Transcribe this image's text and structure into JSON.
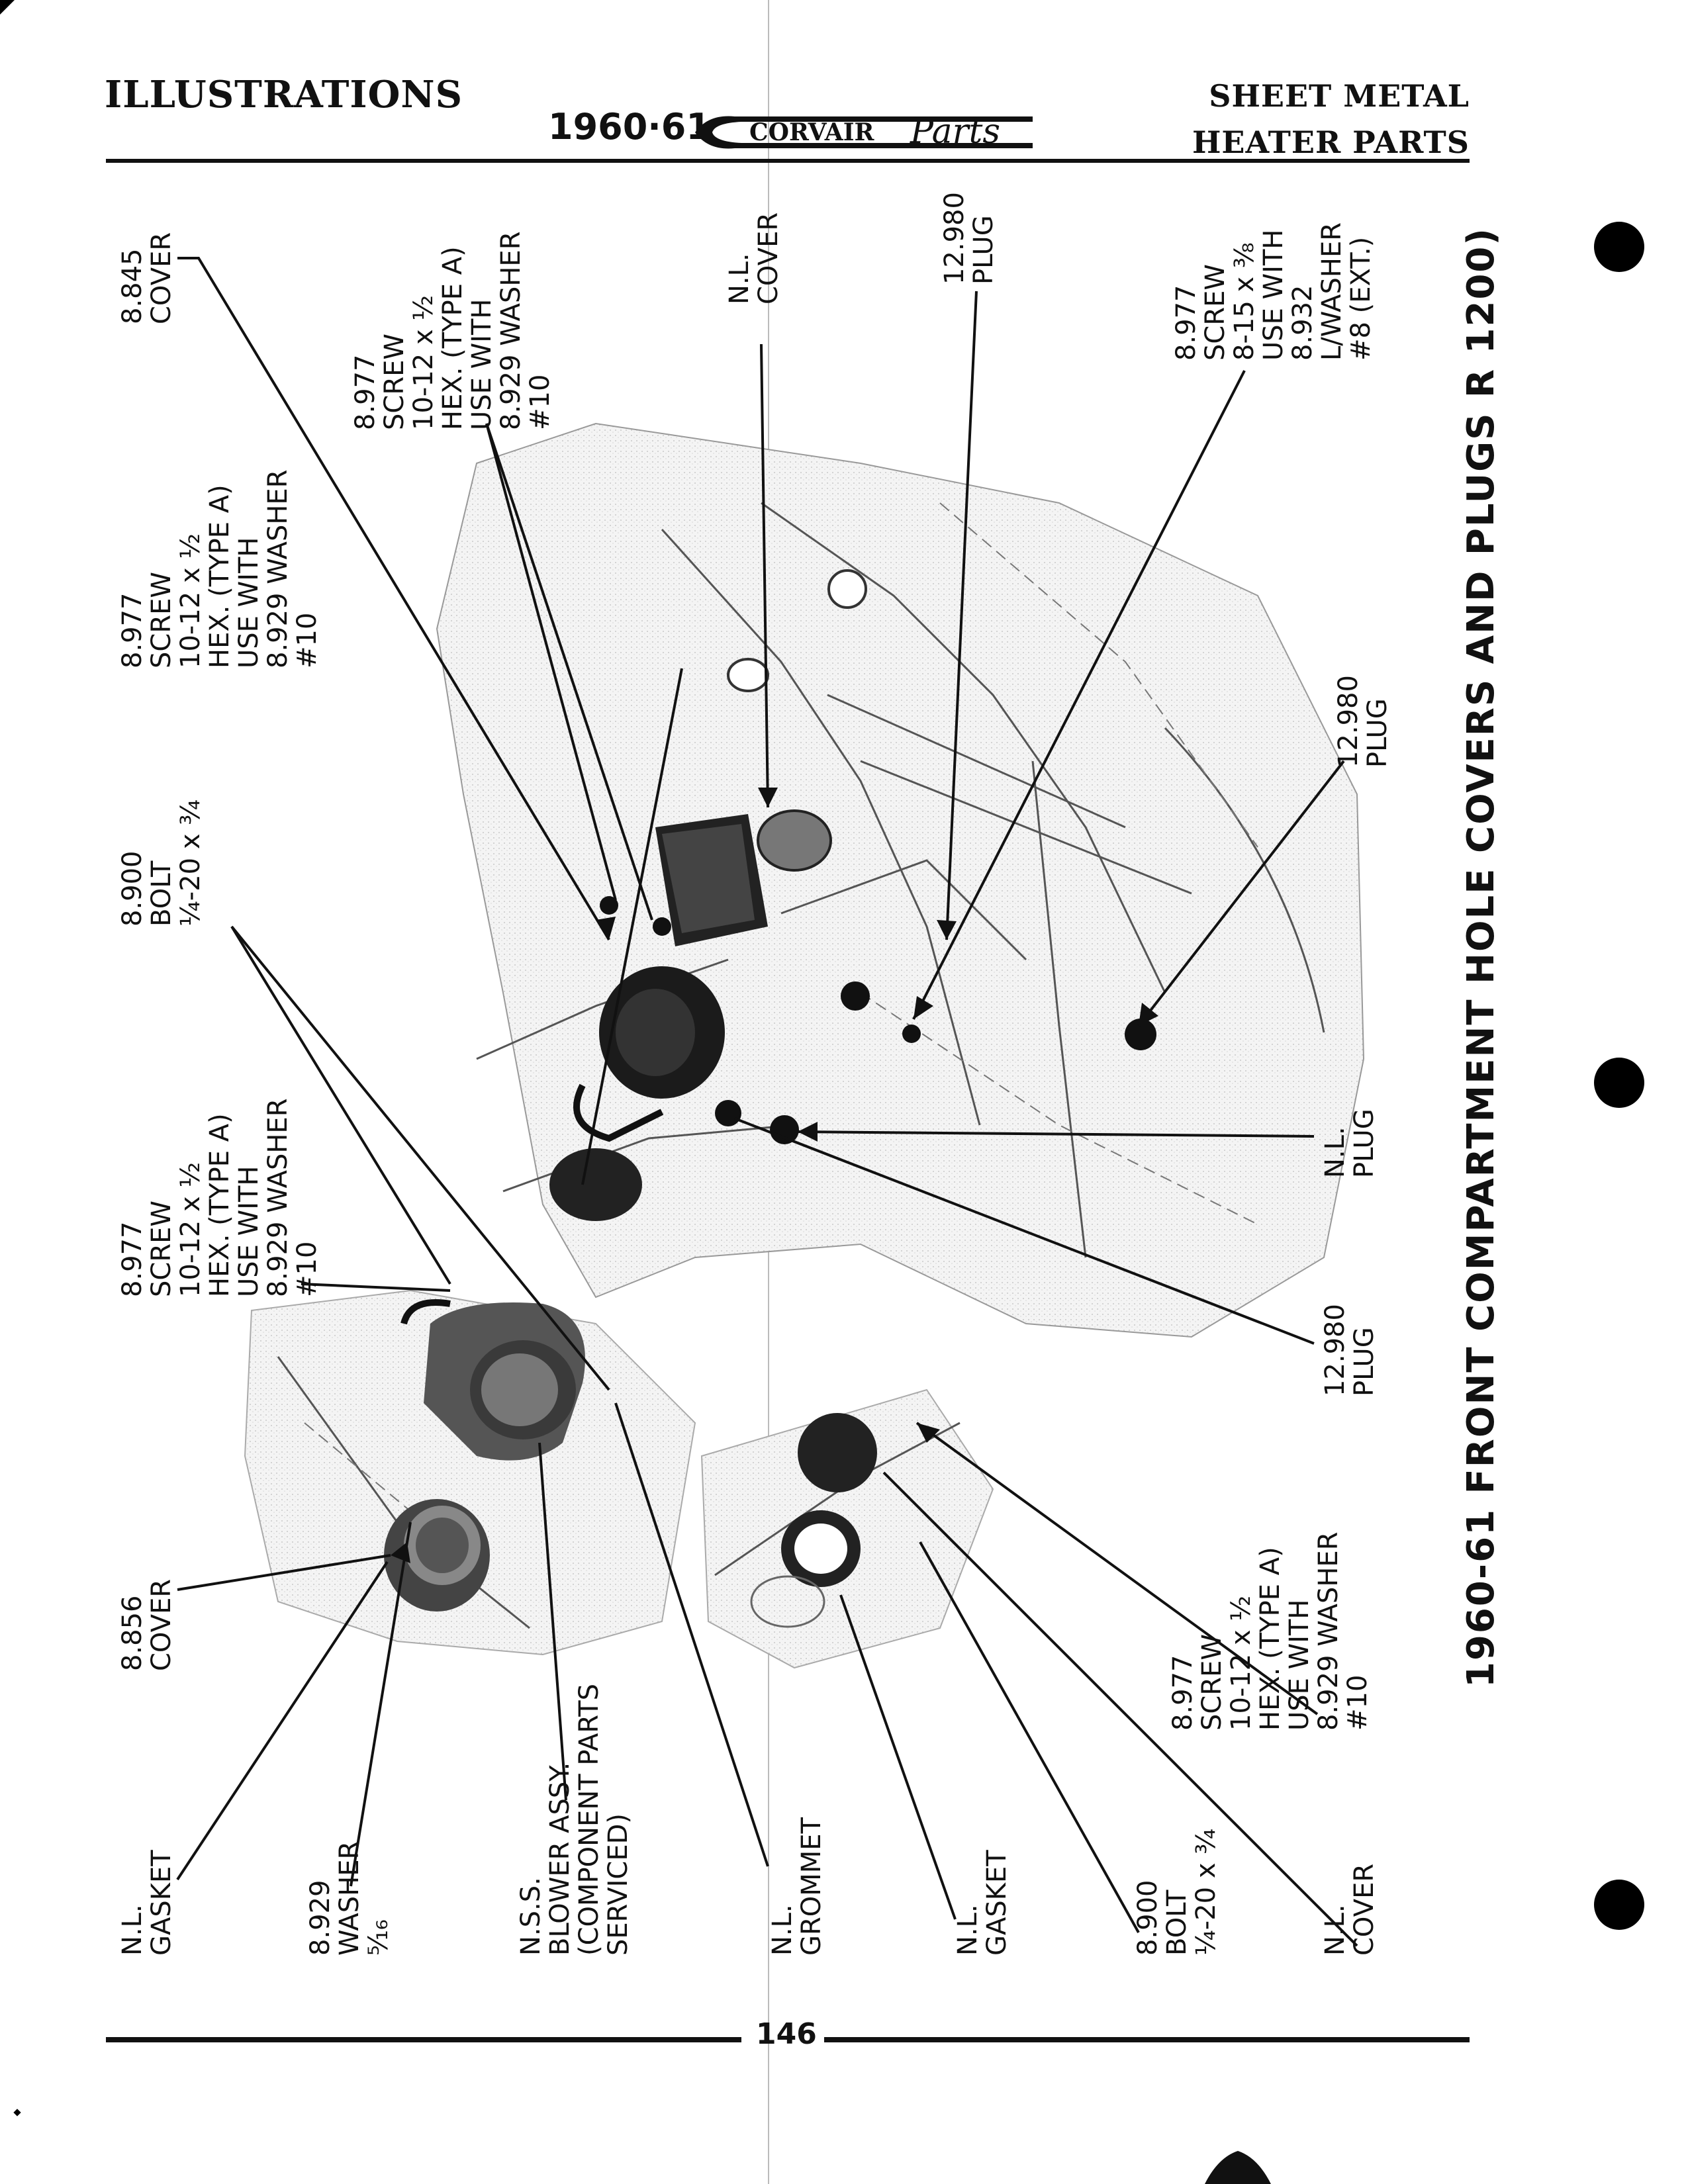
{
  "header": {
    "left_title": "ILLUSTRATIONS",
    "year": "1960·61",
    "brand": "CORVAIR",
    "brand_script": "Parts",
    "right_line1": "SHEET METAL",
    "right_line2": "HEATER PARTS"
  },
  "caption": "1960-61 FRONT COMPARTMENT HOLE COVERS AND PLUGS  R 1200)",
  "page_number": "146",
  "labels": {
    "l_8845": "8.845\nCOVER",
    "l_8977_top": "8.977\nSCREW\n10-12 x ½\nHEX. (TYPE A)\nUSE WITH\n8.929 WASHER\n#10",
    "l_nl_cover_top": "N.L.\nCOVER",
    "l_12980_top": "12.980\nPLUG",
    "l_8977_815": "8.977\nSCREW\n8-15 x ⅜\nUSE WITH\n8.932\nL/WASHER\n#8 (EXT.)",
    "l_8977_mid": "8.977\nSCREW\n10-12 x ½\nHEX. (TYPE A)\nUSE WITH\n8.929 WASHER\n#10",
    "l_12980_right": "12.980\nPLUG",
    "l_8900_top": "8.900\nBOLT\n¼-20 x ¾",
    "l_8977_left": "8.977\nSCREW\n10-12 x ½\nHEX. (TYPE A)\nUSE WITH\n8.929 WASHER\n#10",
    "l_nl_plug": "N.L.\nPLUG",
    "l_12980_bottom": "12.980\nPLUG",
    "l_8856": "8.856\nCOVER",
    "l_8977_bottom": "8.977\nSCREW\n10-12 x ½\nHEX. (TYPE A)\nUSE WITH\n8.929 WASHER\n#10",
    "l_nl_gasket_left": "N.L.\nGASKET",
    "l_8929_washer": "8.929\nWASHER\n⁵⁄₁₆",
    "l_nss_blower": "N.S.S.\nBLOWER ASSY.\n(COMPONENT PARTS\nSERVICED)",
    "l_nl_grommet": "N.L.\nGROMMET",
    "l_nl_gasket_mid": "N.L.\nGASKET",
    "l_8900_bottom": "8.900\nBOLT\n¼-20 x ¾",
    "l_nl_cover_bottom": "N.L.\nCOVER"
  }
}
